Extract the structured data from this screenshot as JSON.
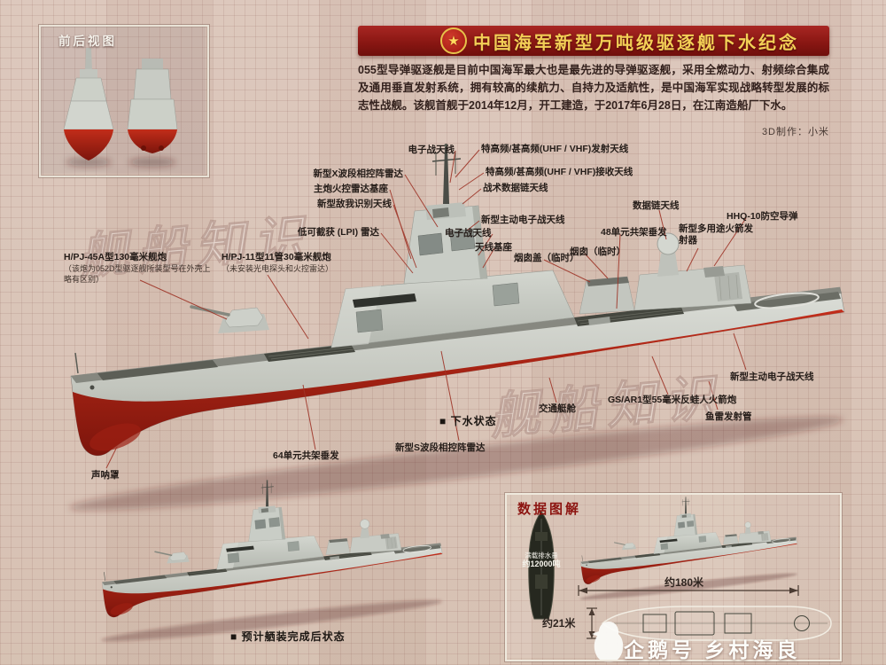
{
  "banner": {
    "title": "中国海军新型万吨级驱逐舰下水纪念",
    "emblem_icon": "navy-star-emblem"
  },
  "intro": {
    "text": "055型导弹驱逐舰是目前中国海军最大也是最先进的导弹驱逐舰，采用全燃动力、射频综合集成及通用垂直发射系统，拥有较高的续航力、自持力及适航性，是中国海军实现战略转型发展的标志性战舰。该舰首舰于2014年12月，开工建造，于2017年6月28日，在江南造船厂下水。"
  },
  "credit": "3D制作：小米",
  "front_rear": {
    "title": "前后视图"
  },
  "callouts": [
    {
      "text": "电子战天线"
    },
    {
      "text": "特高频/甚高频(UHF / VHF)发射天线"
    },
    {
      "text": "新型X波段相控阵雷达"
    },
    {
      "text": "特高频/甚高频(UHF / VHF)接收天线"
    },
    {
      "text": "主炮火控雷达基座"
    },
    {
      "text": "战术数据链天线"
    },
    {
      "text": "新型敌我识别天线"
    },
    {
      "text": "数据链天线"
    },
    {
      "text": "新型主动电子战天线"
    },
    {
      "text": "低可截获 (LPI) 雷达"
    },
    {
      "text": "电子战天线"
    },
    {
      "text": "48单元共架垂发"
    },
    {
      "text": "HHQ-10防空导弹"
    },
    {
      "text": "新型多用途火箭发射器"
    },
    {
      "text": "天线基座"
    },
    {
      "text": "烟囱盖（临时）"
    },
    {
      "text": "烟囱（临时）"
    },
    {
      "text": "H/PJ-45A型130毫米舰炮",
      "sub": "（该炮为052D型驱逐舰所装型号在外壳上略有区别）"
    },
    {
      "text": "H/PJ-11型11管30毫米舰炮",
      "sub": "（未安装光电探头和火控雷达）"
    },
    {
      "text": "新型主动电子战天线"
    },
    {
      "text": "GS/AR1型55毫米反蛙人火箭炮"
    },
    {
      "text": "鱼雷发射管"
    },
    {
      "text": "交通艇舱"
    },
    {
      "text": "■ 下水状态"
    },
    {
      "text": "新型S波段相控阵雷达"
    },
    {
      "text": "64单元共架垂发"
    },
    {
      "text": "声呐罩"
    },
    {
      "text": "■ 预计舾装完成后状态"
    }
  ],
  "data_panel": {
    "title": "数据图解",
    "displacement_label": "满载排水量",
    "displacement_value": "约12000吨",
    "length": "约180米",
    "beam": "约21米"
  },
  "watermarks": {
    "brand": "舰船知识",
    "account": "企鹅号 乡村海良"
  },
  "colors": {
    "banner_red": "#8a1713",
    "banner_gold": "#f3cf56",
    "hull_red": "#b02518",
    "hull_grey": "#c6c9c2",
    "callout_line": "#9e3528",
    "background": "#d8c0b4"
  }
}
